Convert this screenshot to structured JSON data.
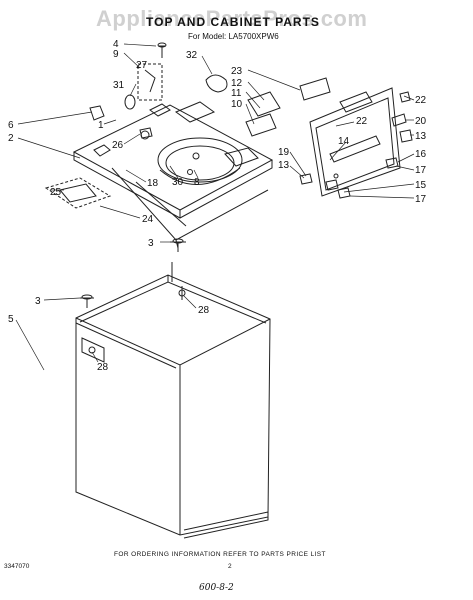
{
  "watermark": "AppliancePartsPros.com",
  "title": "TOP AND CABINET PARTS",
  "model": "For Model: LA5700XPW6",
  "footer_note": "FOR ORDERING INFORMATION REFER TO PARTS PRICE LIST",
  "doc_number": "3347070",
  "page_number": "2",
  "handwritten": "600-8-2",
  "callouts": {
    "c4": "4",
    "c9": "9",
    "c27": "27",
    "c31": "31",
    "c32": "32",
    "c23": "23",
    "c12": "12",
    "c11": "11",
    "c10": "10",
    "c22a": "22",
    "c22b": "22",
    "c20": "20",
    "c13a": "13",
    "c14": "14",
    "c19": "19",
    "c13b": "13",
    "c16": "16",
    "c17a": "17",
    "c15": "15",
    "c17b": "17",
    "c6": "6",
    "c1": "1",
    "c2": "2",
    "c26": "26",
    "c18": "18",
    "c30": "30",
    "c8": "8",
    "c25": "25",
    "c24": "24",
    "c3a": "3",
    "c28a": "28",
    "c3b": "3",
    "c5": "5",
    "c28b": "28"
  }
}
